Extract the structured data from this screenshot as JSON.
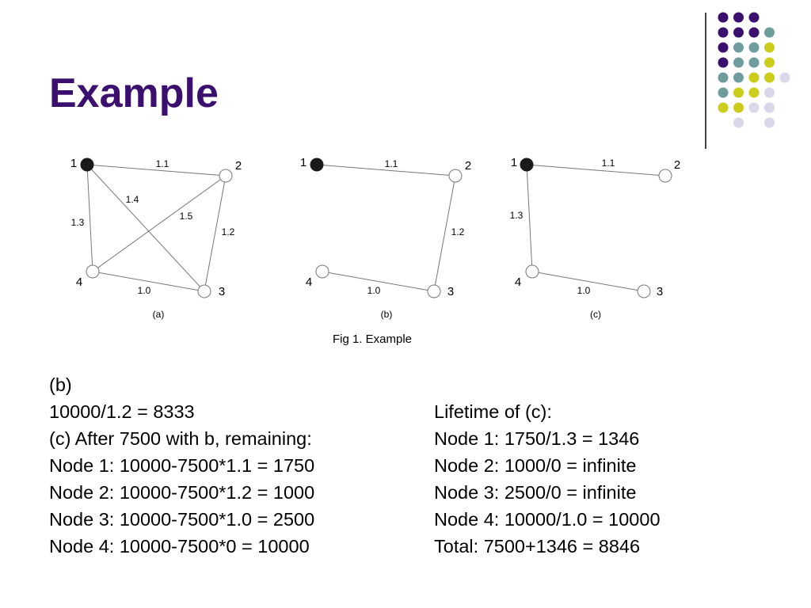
{
  "slide": {
    "title": "Example",
    "colors": {
      "title": "#3a0f6e",
      "dot_purple": "#3a0f6e",
      "dot_teal": "#6f9c9c",
      "dot_yellow": "#cccc1a",
      "dot_lavender": "#d8d8ea",
      "node_filled": "#1a1a1a",
      "edge": "#777777"
    },
    "decoration": {
      "dot_grid_rows": [
        [
          "purple",
          "purple",
          "purple"
        ],
        [
          "purple",
          "purple",
          "purple",
          "teal"
        ],
        [
          "purple",
          "teal",
          "teal",
          "yellow"
        ],
        [
          "purple",
          "teal",
          "teal",
          "yellow"
        ],
        [
          "teal",
          "teal",
          "yellow",
          "yellow",
          "lavender"
        ],
        [
          "teal",
          "yellow",
          "yellow",
          "lavender"
        ],
        [
          "yellow",
          "yellow",
          "lavender",
          "lavender"
        ],
        [
          "",
          "lavender",
          "",
          "lavender"
        ]
      ]
    },
    "figure": {
      "caption": "Fig 1. Example",
      "graphs": [
        {
          "label": "(a)",
          "nodes": [
            {
              "id": "1",
              "filled": true
            },
            {
              "id": "2",
              "filled": false
            },
            {
              "id": "3",
              "filled": false
            },
            {
              "id": "4",
              "filled": false
            }
          ],
          "edges": [
            {
              "from": "1",
              "to": "2",
              "weight": "1.1"
            },
            {
              "from": "2",
              "to": "3",
              "weight": "1.2"
            },
            {
              "from": "1",
              "to": "4",
              "weight": "1.3"
            },
            {
              "from": "4",
              "to": "3",
              "weight": "1.0"
            },
            {
              "from": "1",
              "to": "3",
              "weight": "1.4"
            },
            {
              "from": "4",
              "to": "2",
              "weight": "1.5"
            }
          ]
        },
        {
          "label": "(b)",
          "nodes": [
            {
              "id": "1",
              "filled": true
            },
            {
              "id": "2",
              "filled": false
            },
            {
              "id": "3",
              "filled": false
            },
            {
              "id": "4",
              "filled": false
            }
          ],
          "edges": [
            {
              "from": "1",
              "to": "2",
              "weight": "1.1"
            },
            {
              "from": "2",
              "to": "3",
              "weight": "1.2"
            },
            {
              "from": "4",
              "to": "3",
              "weight": "1.0"
            }
          ]
        },
        {
          "label": "(c)",
          "nodes": [
            {
              "id": "1",
              "filled": true
            },
            {
              "id": "2",
              "filled": false
            },
            {
              "id": "3",
              "filled": false
            },
            {
              "id": "4",
              "filled": false
            }
          ],
          "edges": [
            {
              "from": "1",
              "to": "2",
              "weight": "1.1"
            },
            {
              "from": "1",
              "to": "4",
              "weight": "1.3"
            },
            {
              "from": "4",
              "to": "3",
              "weight": "1.0"
            }
          ]
        }
      ]
    },
    "left_lines": [
      "(b)",
      "10000/1.2 = 8333",
      "(c) After 7500 with b, remaining:",
      "Node 1: 10000-7500*1.1 = 1750",
      "Node 2: 10000-7500*1.2 = 1000",
      "Node 3: 10000-7500*1.0 = 2500",
      "Node 4: 10000-7500*0 = 10000"
    ],
    "right_lines": [
      "Lifetime of (c):",
      "Node 1: 1750/1.3 = 1346",
      "Node 2: 1000/0 = infinite",
      "Node 3: 2500/0 = infinite",
      "Node 4: 10000/1.0 = 10000",
      "Total: 7500+1346 = 8846"
    ]
  }
}
